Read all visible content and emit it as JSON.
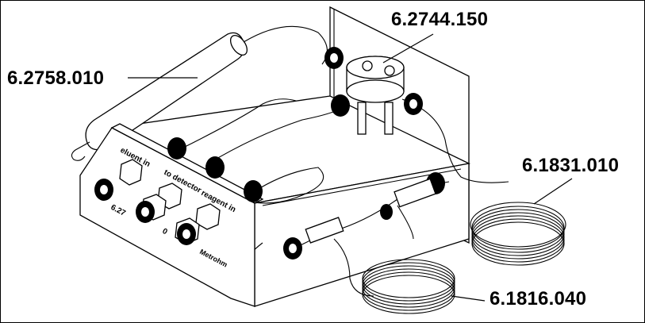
{
  "callouts": [
    {
      "id": "column",
      "label": "6.2758.010"
    },
    {
      "id": "valve",
      "label": "6.2744.150"
    },
    {
      "id": "coil-upper",
      "label": "6.1831.010"
    },
    {
      "id": "coil-lower",
      "label": "6.1816.040"
    }
  ],
  "panel_text": {
    "port_1": "eluent in",
    "port_2": "to detector",
    "port_3": "reagent in",
    "part_no": "6.27",
    "part_no_end": "0",
    "brand": "Metrohm"
  }
}
